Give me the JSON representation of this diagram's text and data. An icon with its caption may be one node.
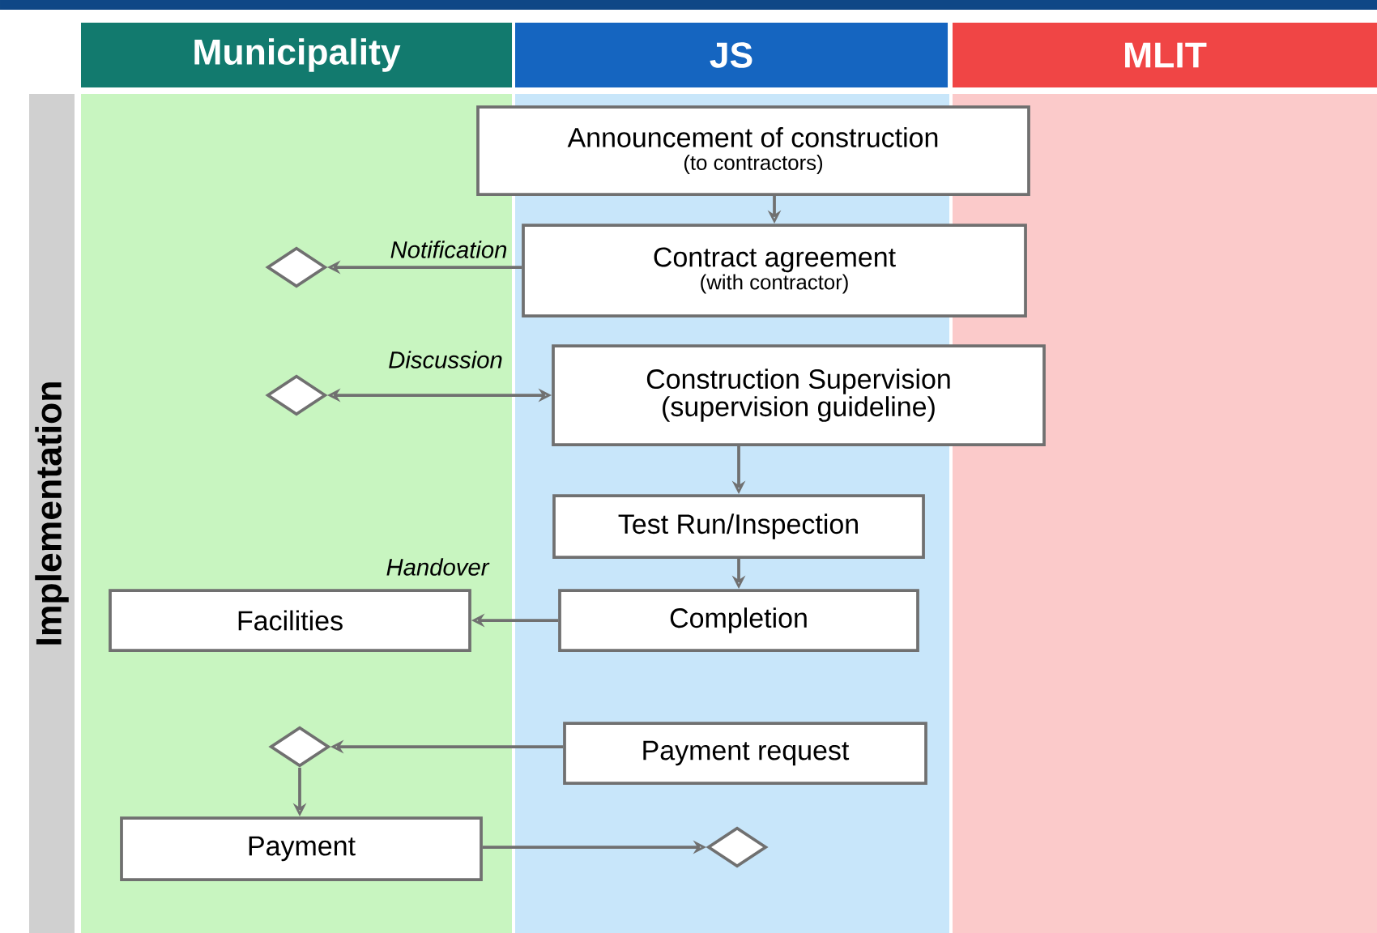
{
  "diagram": {
    "nodes": [
      {
        "text": [
          "Municipality"
        ]
      },
      {
        "text": [
          "JS"
        ]
      },
      {
        "text": [
          "MLIT"
        ]
      },
      {
        "text": [
          "Implementation"
        ]
      },
      {
        "text": [
          "Announcement of construction",
          "(to contractors)"
        ]
      },
      {
        "text": [
          "Contract agreement",
          "(with contractor)"
        ]
      },
      {
        "text": [],
        "shape": "diamond"
      },
      {
        "text": [],
        "shape": "diamond"
      },
      {
        "text": [
          "Construction Supervision",
          "(supervision guideline)"
        ]
      },
      {
        "text": [
          "Test Run/Inspection"
        ]
      },
      {
        "text": [
          "Completion"
        ]
      },
      {
        "text": [
          "Facilities"
        ]
      },
      {
        "text": [],
        "shape": "diamond"
      },
      {
        "text": [
          "Payment request"
        ]
      },
      {
        "text": [
          "Payment"
        ]
      },
      {
        "text": [],
        "shape": "diamond"
      }
    ],
    "edges": [
      {
        "from": 4,
        "to": 5,
        "arrow": "to"
      },
      {
        "from": 5,
        "to": 6,
        "arrow": "to",
        "label": "Notification"
      },
      {
        "from": 7,
        "to": 8,
        "arrow": "both",
        "label": "Discussion"
      },
      {
        "from": 8,
        "to": 9,
        "arrow": "to"
      },
      {
        "from": 9,
        "to": 10,
        "arrow": "to"
      },
      {
        "from": 10,
        "to": 11,
        "arrow": "to",
        "label": "Handover"
      },
      {
        "from": 13,
        "to": 12,
        "arrow": "to"
      },
      {
        "from": 12,
        "to": 14,
        "arrow": "to"
      },
      {
        "from": 14,
        "to": 15,
        "arrow": "to"
      }
    ]
  }
}
